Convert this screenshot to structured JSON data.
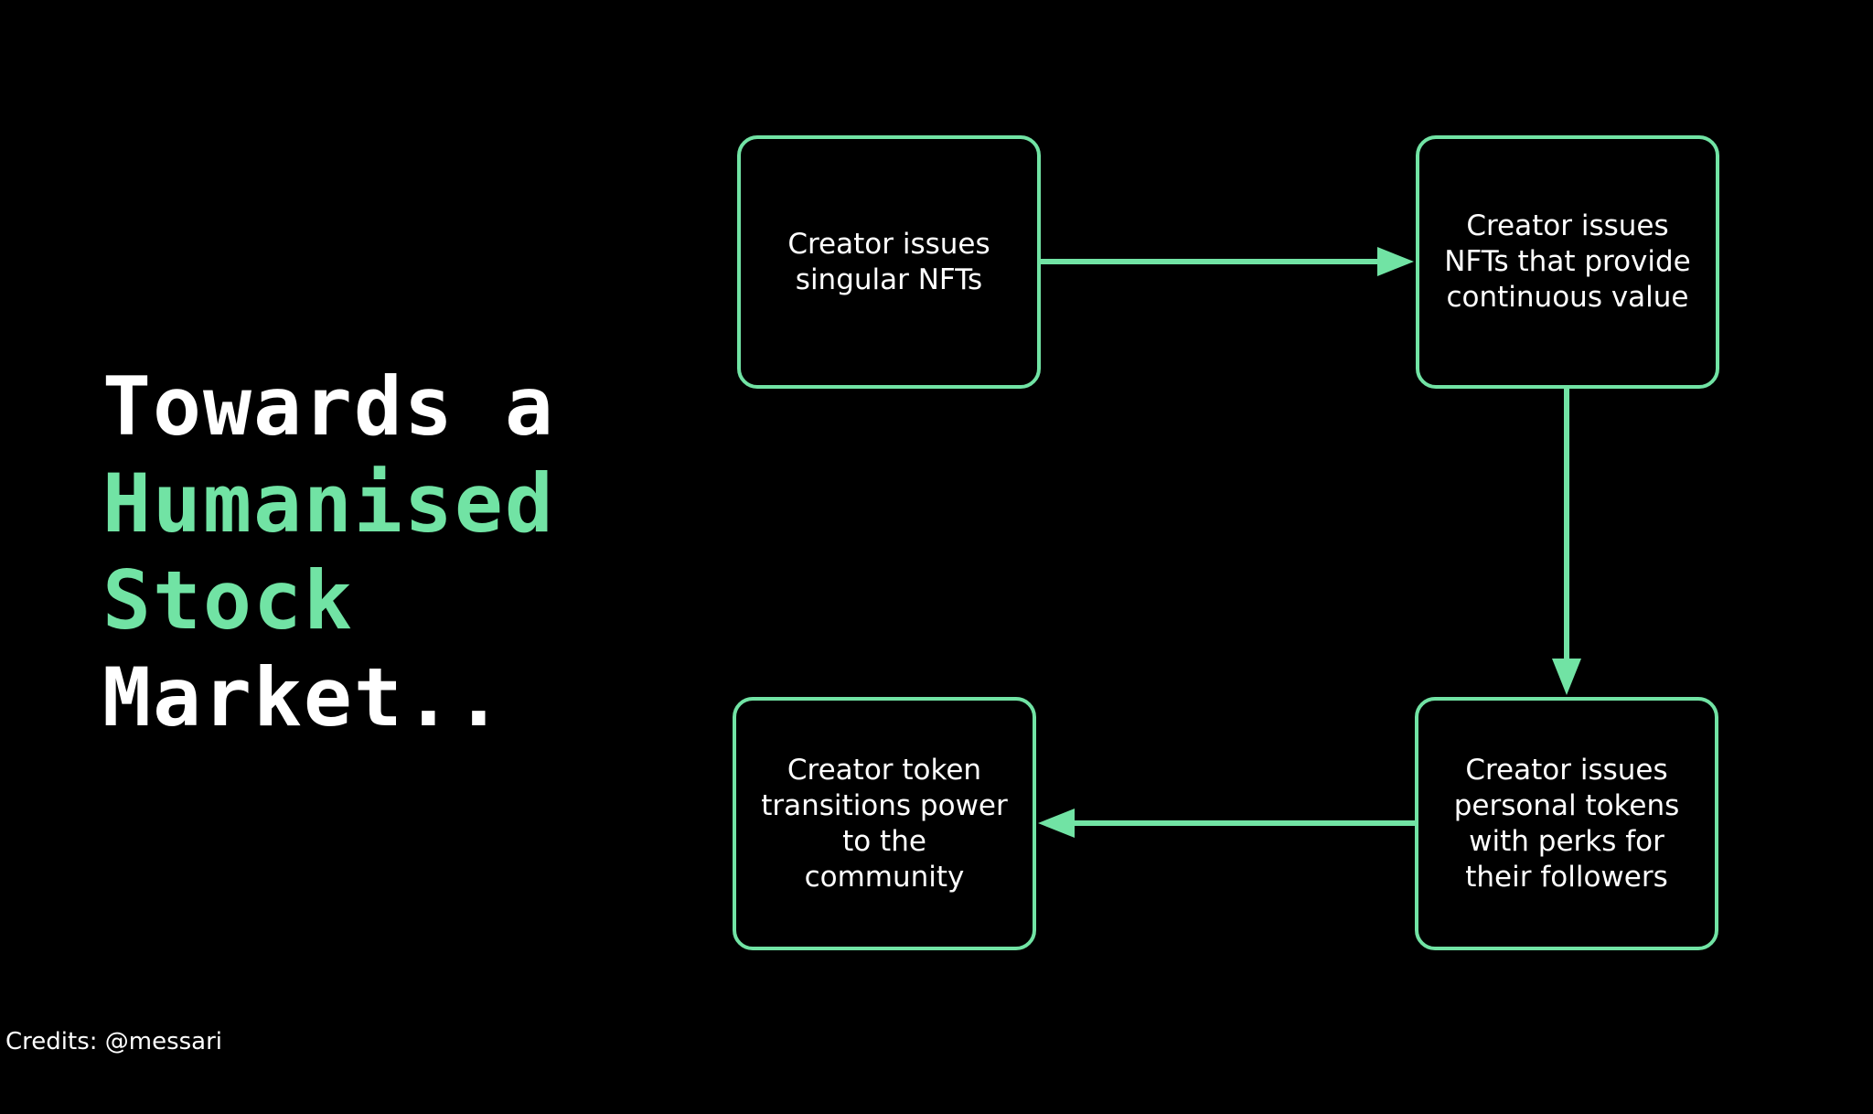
{
  "slide": {
    "title": {
      "line1": "Towards a",
      "line2": "Humanised",
      "line3": "Stock",
      "line4": "Market.."
    },
    "credits": "Credits: @messari"
  },
  "flow": {
    "steps": [
      {
        "id": "step-1",
        "text": "Creator issues\nsingular NFTs"
      },
      {
        "id": "step-2",
        "text": "Creator issues\nNFTs that provide\ncontinuous value"
      },
      {
        "id": "step-3",
        "text": "Creator issues\npersonal tokens\nwith perks for\ntheir followers"
      },
      {
        "id": "step-4",
        "text": "Creator token\ntransitions power\nto the\ncommunity"
      }
    ],
    "connections": [
      {
        "from": "step-1",
        "to": "step-2",
        "direction": "right"
      },
      {
        "from": "step-2",
        "to": "step-3",
        "direction": "down"
      },
      {
        "from": "step-3",
        "to": "step-4",
        "direction": "left"
      }
    ]
  },
  "colors": {
    "background": "#000000",
    "accent": "#71e3a4",
    "text": "#ffffff"
  },
  "icons": [
    "arrow-right-icon",
    "arrow-down-icon",
    "arrow-left-icon"
  ]
}
